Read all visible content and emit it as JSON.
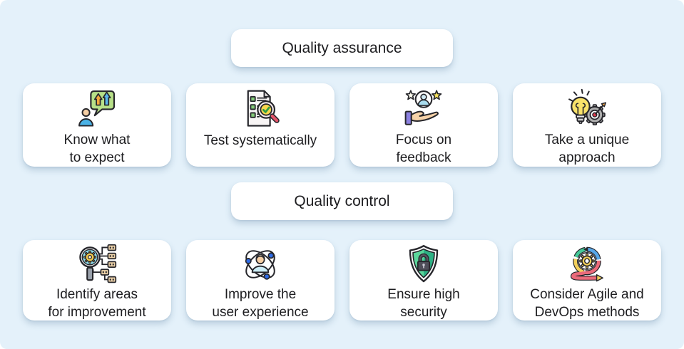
{
  "canvas": {
    "background_color": "#e4f1fa",
    "card_background_color": "#ffffff",
    "text_color": "#1d1d20"
  },
  "sections": [
    {
      "title": "Quality assurance",
      "cards": [
        {
          "label": "Know what\nto expect",
          "icon": "person-growth-speech-bubble-icon"
        },
        {
          "label": "Test systematically",
          "icon": "checklist-magnifier-icon"
        },
        {
          "label": "Focus on\nfeedback",
          "icon": "hand-presenting-user-stars-icon"
        },
        {
          "label": "Take a unique\napproach",
          "icon": "lightbulb-gear-target-icon"
        }
      ]
    },
    {
      "title": "Quality control",
      "cards": [
        {
          "label": "Identify areas\nfor improvement",
          "icon": "magnifier-gear-network-icon"
        },
        {
          "label": "Improve the\nuser experience",
          "icon": "user-atom-orbits-icon"
        },
        {
          "label": "Ensure high\nsecurity",
          "icon": "shield-lock-icon"
        },
        {
          "label": "Consider Agile and\nDevOps methods",
          "icon": "agile-sprint-loop-icon"
        }
      ]
    }
  ]
}
